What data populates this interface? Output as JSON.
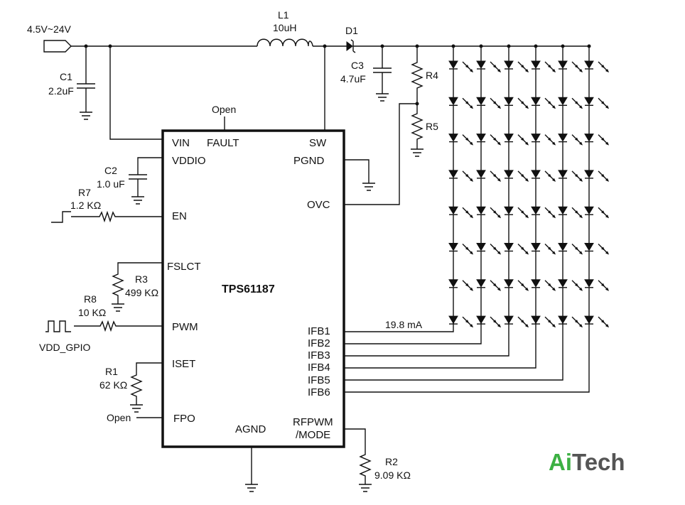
{
  "input": {
    "voltage": "4.5V~24V"
  },
  "components": {
    "L1": {
      "ref": "L1",
      "value": "10uH"
    },
    "D1": {
      "ref": "D1"
    },
    "C1": {
      "ref": "C1",
      "value": "2.2uF"
    },
    "C2": {
      "ref": "C2",
      "value": "1.0 uF"
    },
    "C3": {
      "ref": "C3",
      "value": "4.7uF"
    },
    "R1": {
      "ref": "R1",
      "value": "62 KΩ"
    },
    "R2": {
      "ref": "R2",
      "value": "9.09 KΩ"
    },
    "R3": {
      "ref": "R3",
      "value": "499 KΩ"
    },
    "R4": {
      "ref": "R4"
    },
    "R5": {
      "ref": "R5"
    },
    "R7": {
      "ref": "R7",
      "value": "1.2 KΩ"
    },
    "R8": {
      "ref": "R8",
      "value": "10 KΩ"
    }
  },
  "chip": {
    "name": "TPS61187",
    "pins_left": [
      "VIN",
      "VDDIO",
      "EN",
      "FSLCT",
      "PWM",
      "ISET",
      "FPO"
    ],
    "pin_fault": "FAULT",
    "pin_agnd": "AGND",
    "pins_right": [
      "SW",
      "PGND",
      "OVC",
      "IFB1",
      "IFB2",
      "IFB3",
      "IFB4",
      "IFB5",
      "IFB6"
    ],
    "pin_rfpwm": [
      "RFPWM",
      "/MODE"
    ]
  },
  "notes": {
    "fault_open": "Open",
    "fpo_open": "Open",
    "gpio": "VDD_GPIO",
    "current": "19.8 mA"
  },
  "led_matrix": {
    "strings": 6,
    "leds_per_string": 8
  },
  "logo": {
    "part1": "Ai",
    "part2": "Tech",
    "color1": "#3cb043",
    "color2": "#555555"
  }
}
